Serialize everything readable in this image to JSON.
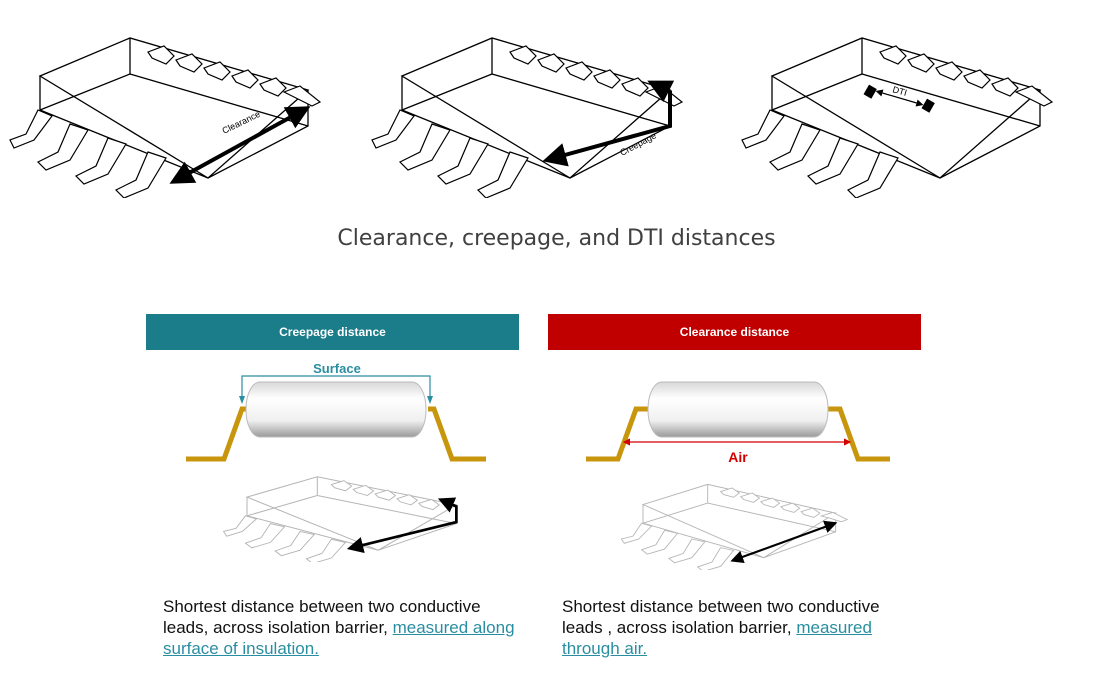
{
  "top_labels": {
    "clearance": "Clearance",
    "creepage": "Creepage",
    "dti": "DTI"
  },
  "title": "Clearance, creepage, and DTI distances",
  "creepage_panel": {
    "banner": "Creepage distance",
    "surface_label": "Surface",
    "description_plain": "Shortest distance between two conductive leads, across isolation barrier, ",
    "description_link": "measured along surface of insulation."
  },
  "clearance_panel": {
    "banner": "Clearance distance",
    "air_label": "Air",
    "description_plain": "Shortest distance between two conductive leads , across isolation barrier, ",
    "description_link": "measured through air."
  },
  "colors": {
    "creepage_banner": "#1b7c8a",
    "clearance_banner": "#c00000",
    "lead": "#c8960c",
    "surface_arrow": "#2a8ea2",
    "air_arrow": "#d40000"
  }
}
